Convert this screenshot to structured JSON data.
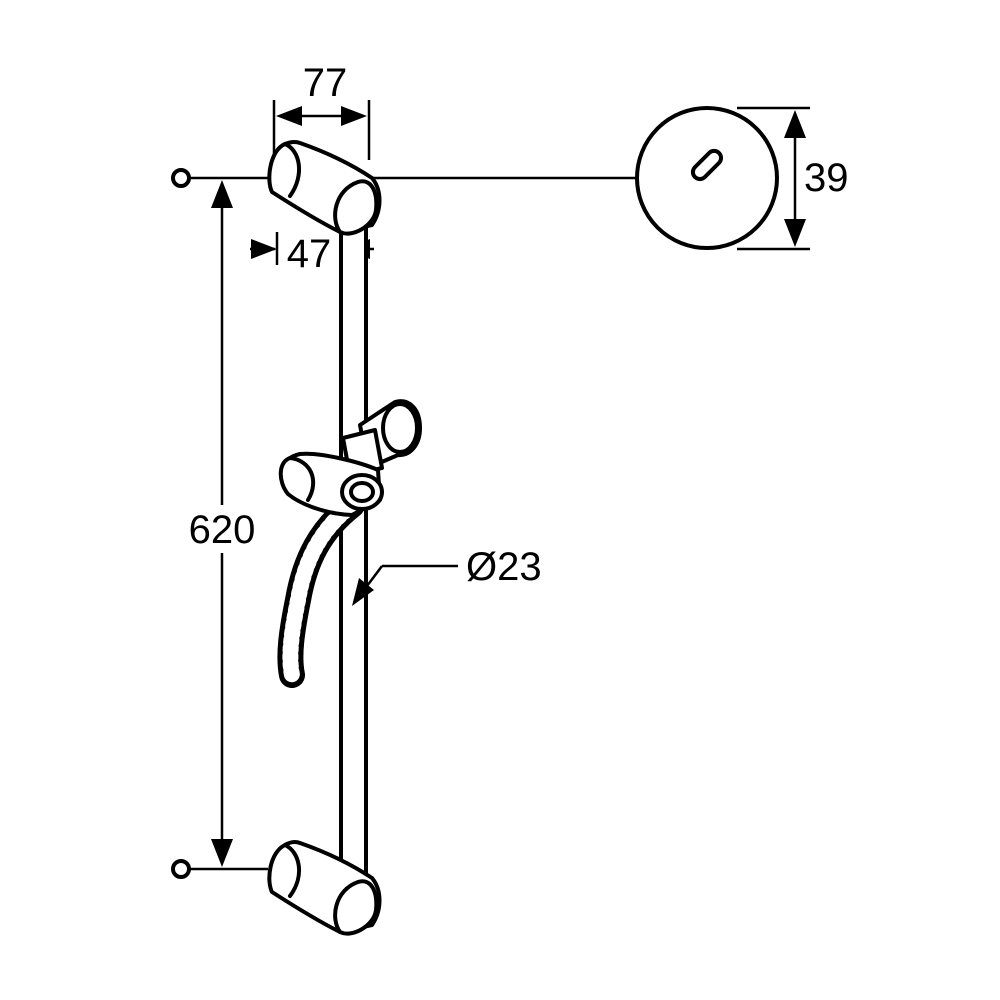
{
  "dimensions": {
    "width_top": "77",
    "bracket_offset": "47",
    "disc_diameter": "39",
    "height": "620",
    "rail_diameter": "Ø23"
  },
  "colors": {
    "line": "#000000",
    "background": "#ffffff"
  }
}
